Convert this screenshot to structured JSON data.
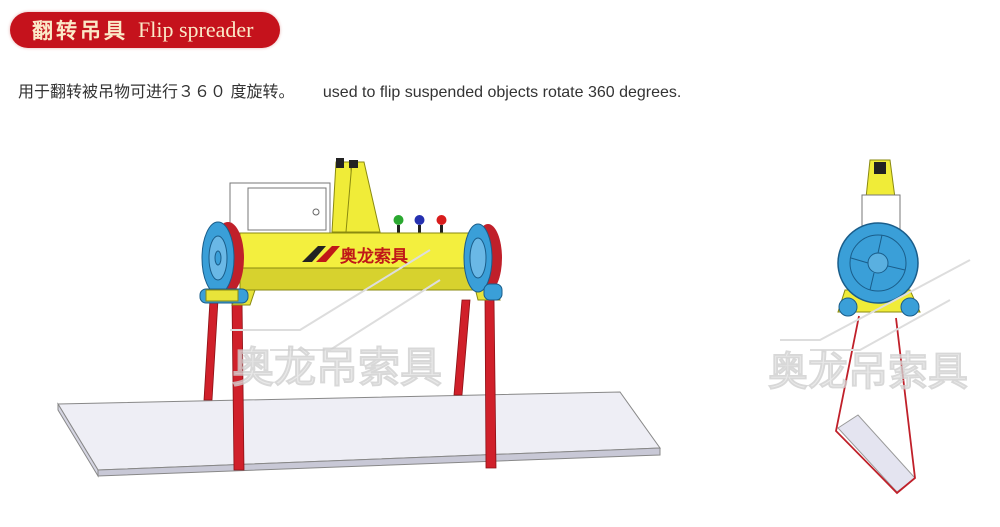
{
  "header": {
    "title_cn": "翻转吊具",
    "title_en": "Flip spreader"
  },
  "description": {
    "cn": "用于翻转被吊物可进行３６０ 度旋转。",
    "en": "used to flip suspended objects rotate 360 degrees."
  },
  "illustration": {
    "beam_logo_text": "奥龙索具",
    "watermark_text": "奥龙吊索具",
    "colors": {
      "banner": "#c5121c",
      "beam": "#f0ec38",
      "wheel": "#3a9fd8",
      "strap": "#d0202a",
      "slab": "#ececf4"
    }
  }
}
